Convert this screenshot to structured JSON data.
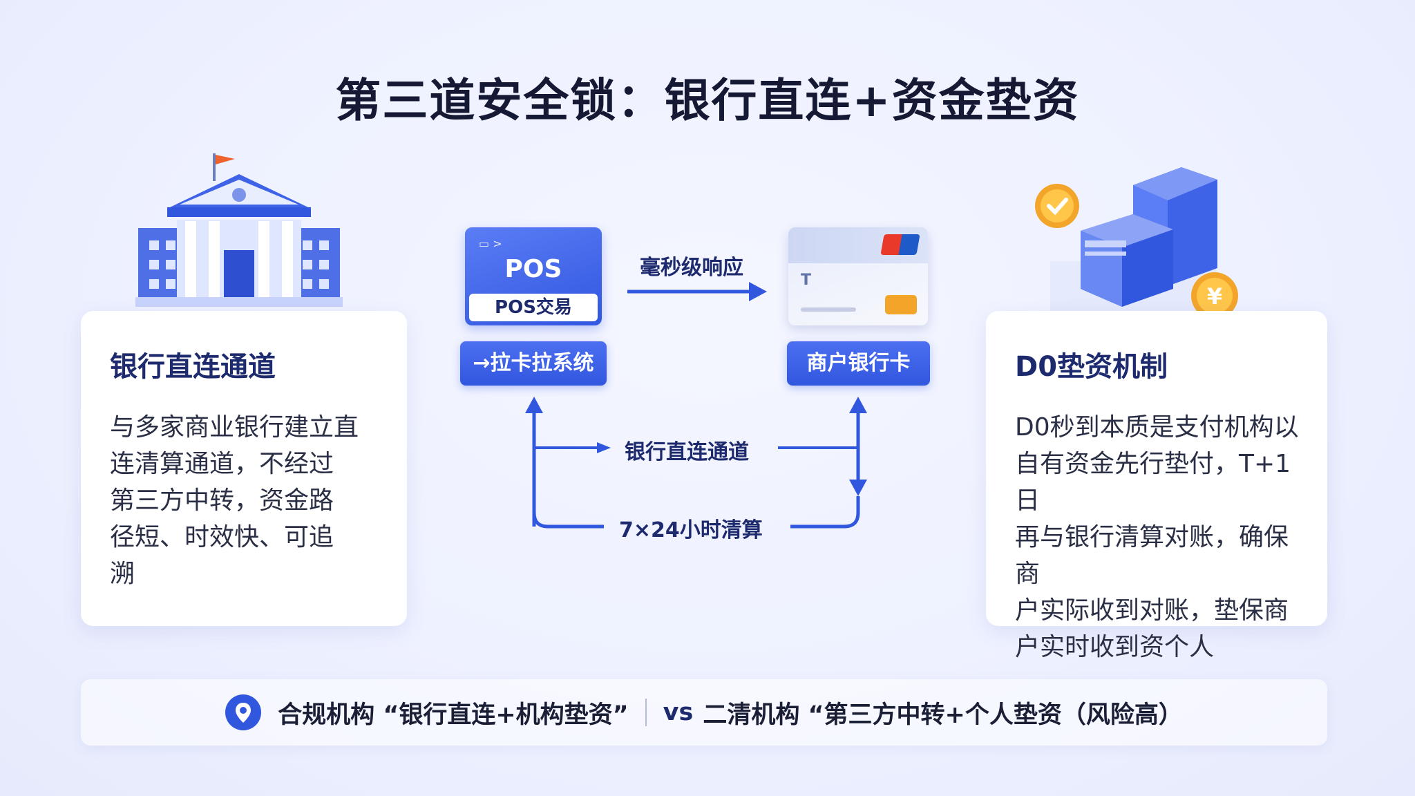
{
  "title": "第三道安全锁：银行直连+资金垫资",
  "left_card": {
    "title": "银行直连通道",
    "body_lines": [
      "与多家商业银行建立直",
      "连清算通道，不经过",
      "第三方中转，资金路",
      "径短、时效快、可追",
      "溯"
    ]
  },
  "right_card": {
    "title": "D0垫资机制",
    "body_lines": [
      "D0秒到本质是支付机构以",
      "自有资金先行垫付，T+1日",
      "再与银行清算对账，确保商",
      "户实际收到对账，垫保商",
      "户实时收到资个人"
    ]
  },
  "flow": {
    "pos_card_text": "POS",
    "pos_card_caption": "POS交易",
    "pos_icon_text": "▭ >",
    "bank_card_letter": "T",
    "source_label": "→拉卡拉系统",
    "target_label": "商户银行卡",
    "top_arrow_label": "毫秒级响应",
    "direct_label": "银行直连通道",
    "settle_label": "7×24小时清算"
  },
  "bottom": {
    "icon": "location-pin-icon",
    "compliant_text": "合规机构 “银行直连+机构垫资”",
    "vs_text": "vs",
    "risky_text": "二清机构 “第三方中转+个人垫资（风险高）"
  },
  "colors": {
    "accent": "#3157df",
    "accent_light": "#5b7df5",
    "gold": "#f3a52a",
    "text_dark": "#1b1f36"
  }
}
